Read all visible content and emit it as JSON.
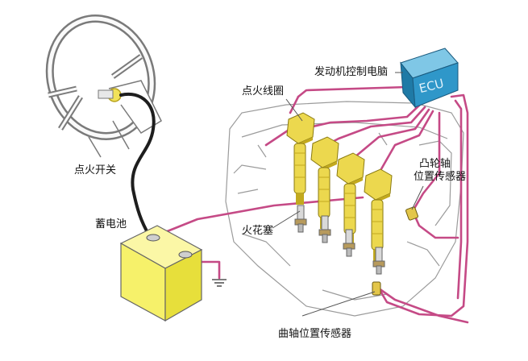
{
  "labels": {
    "ecu": "发动机控制电脑",
    "ignition_coil": "点火线圈",
    "ignition_switch": "点火开关",
    "battery": "蓄电池",
    "spark_plug": "火花塞",
    "cam_sensor_line1": "凸轮轴",
    "cam_sensor_line2": "位置传感器",
    "crank_sensor": "曲轴位置传感器",
    "ecu_box_text": "ECU"
  },
  "colors": {
    "wire": "#c54a86",
    "battery_wire": "#1e1e1e",
    "coil": "#ecd84e",
    "coil_dark": "#c2a91e",
    "ecu": "#2f97c9",
    "battery": "#f6f16a",
    "outline": "#9a9a9a"
  }
}
